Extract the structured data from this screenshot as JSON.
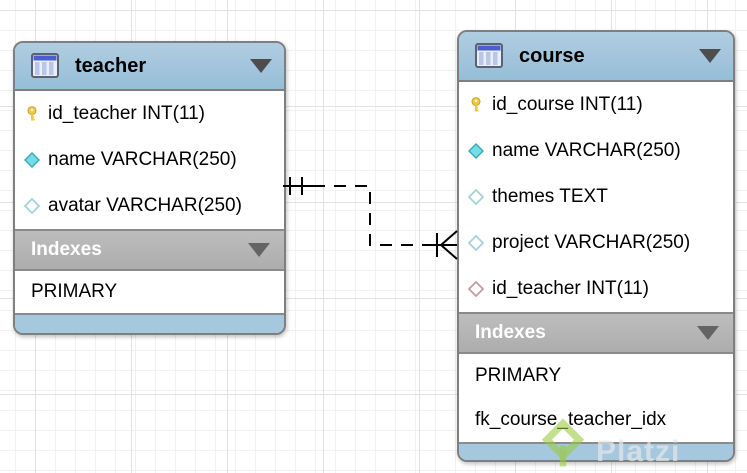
{
  "app": {
    "context": "EER database diagram canvas"
  },
  "tables": [
    {
      "name": "teacher",
      "columns": [
        {
          "label": "id_teacher INT(11)",
          "flag": "primary-key"
        },
        {
          "label": "name VARCHAR(250)",
          "flag": "not-null"
        },
        {
          "label": "avatar VARCHAR(250)",
          "flag": "nullable"
        }
      ],
      "indexes_label": "Indexes",
      "indexes": [
        "PRIMARY"
      ]
    },
    {
      "name": "course",
      "columns": [
        {
          "label": "id_course INT(11)",
          "flag": "primary-key"
        },
        {
          "label": "name VARCHAR(250)",
          "flag": "not-null"
        },
        {
          "label": "themes TEXT",
          "flag": "nullable"
        },
        {
          "label": "project VARCHAR(250)",
          "flag": "nullable"
        },
        {
          "label": "id_teacher INT(11)",
          "flag": "foreign-key"
        }
      ],
      "indexes_label": "Indexes",
      "indexes": [
        "PRIMARY",
        "fk_course_teacher_idx"
      ]
    }
  ],
  "relationship": {
    "from_table": "teacher",
    "to_table": "course",
    "cardinality": "one-to-many",
    "from_marker": "exactly-one (||)",
    "to_marker": "many (crow's foot with bar)",
    "line_style": "dashed"
  },
  "watermark": {
    "brand": "Platzi"
  },
  "colors": {
    "header_bg": "#9fc3db",
    "footer_bg": "#a6c8de",
    "indexes_bar_bg": "#b5b5b5",
    "table_border": "#7f7f7f",
    "key_icon": "#eec940",
    "diamond_filled": "#72dee7",
    "diamond_filled_border": "#35aab6",
    "diamond_hollow_border": "#a2d2d6",
    "diamond_fk_border": "#c79b9b",
    "relationship_line": "#000000",
    "watermark_green": "#98ca3f",
    "grid_line": "#f1f1f1"
  }
}
